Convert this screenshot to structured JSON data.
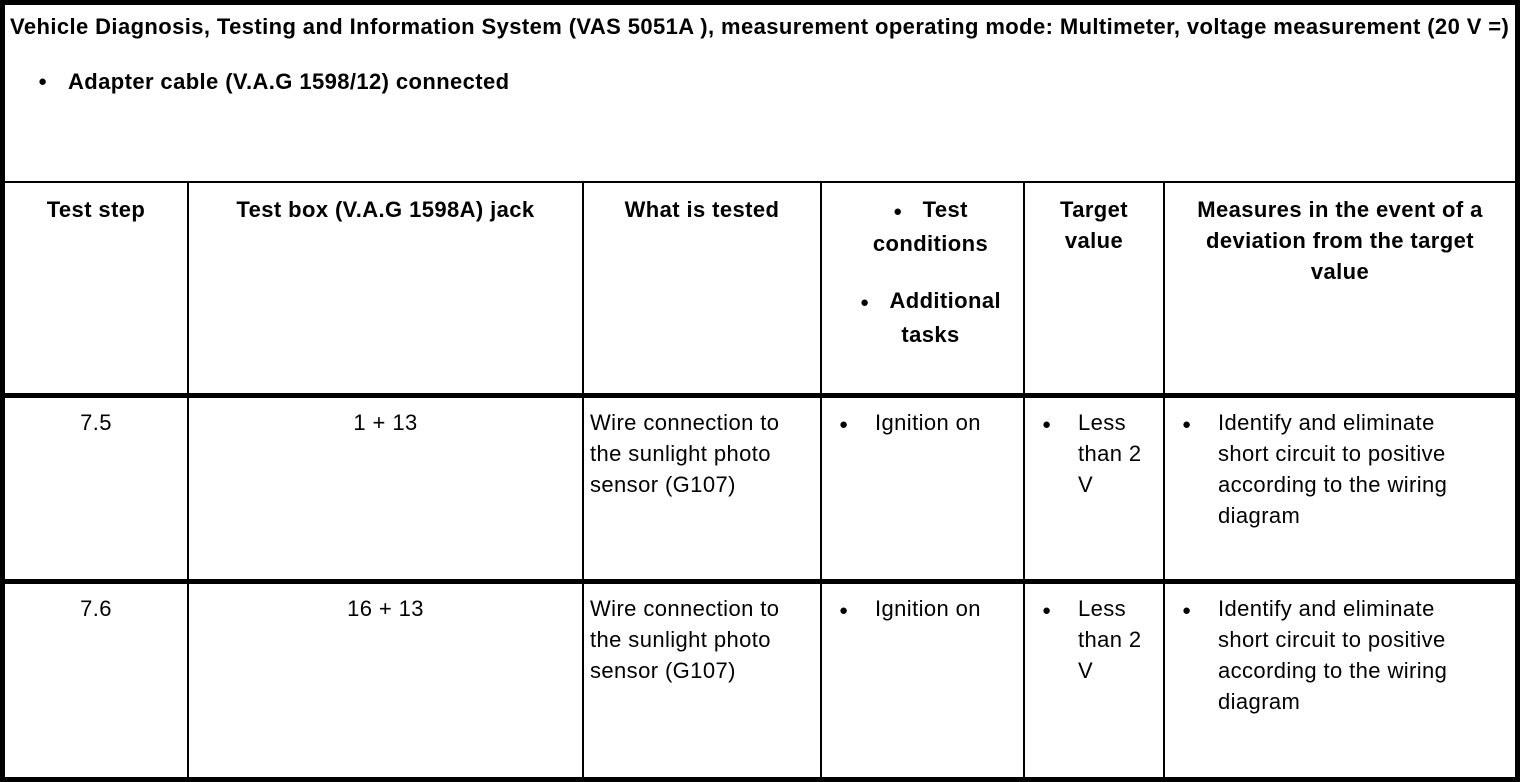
{
  "page": {
    "title": "Vehicle Diagnosis, Testing and Information System (VAS 5051A ), measurement operating mode: Multimeter, voltage measurement (20 V =)",
    "intro_bullet": "Adapter cable (V.A.G 1598/12) connected",
    "bullet_glyph": "●"
  },
  "table": {
    "headers": {
      "test_step": "Test step",
      "test_box_jack": "Test box (V.A.G 1598A) jack",
      "what_is_tested": "What is tested",
      "conditions_items": [
        "Test conditions",
        "Additional tasks"
      ],
      "target_value": "Target value",
      "measures": "Measures in the event of a deviation from the target value"
    },
    "rows": [
      {
        "test_step": "7.5",
        "jack": "1 + 13",
        "what_is_tested": "Wire connection to the sunlight photo sensor (G107)",
        "test_conditions": [
          "Ignition on"
        ],
        "target_value": [
          "Less than 2 V"
        ],
        "measures": [
          "Identify and eliminate short circuit to positive according to the wiring diagram"
        ]
      },
      {
        "test_step": "7.6",
        "jack": "16 + 13",
        "what_is_tested": "Wire connection to the sunlight photo sensor (G107)",
        "test_conditions": [
          "Ignition on"
        ],
        "target_value": [
          "Less than 2 V"
        ],
        "measures": [
          "Identify and eliminate short circuit to positive according to the wiring diagram"
        ]
      }
    ]
  }
}
